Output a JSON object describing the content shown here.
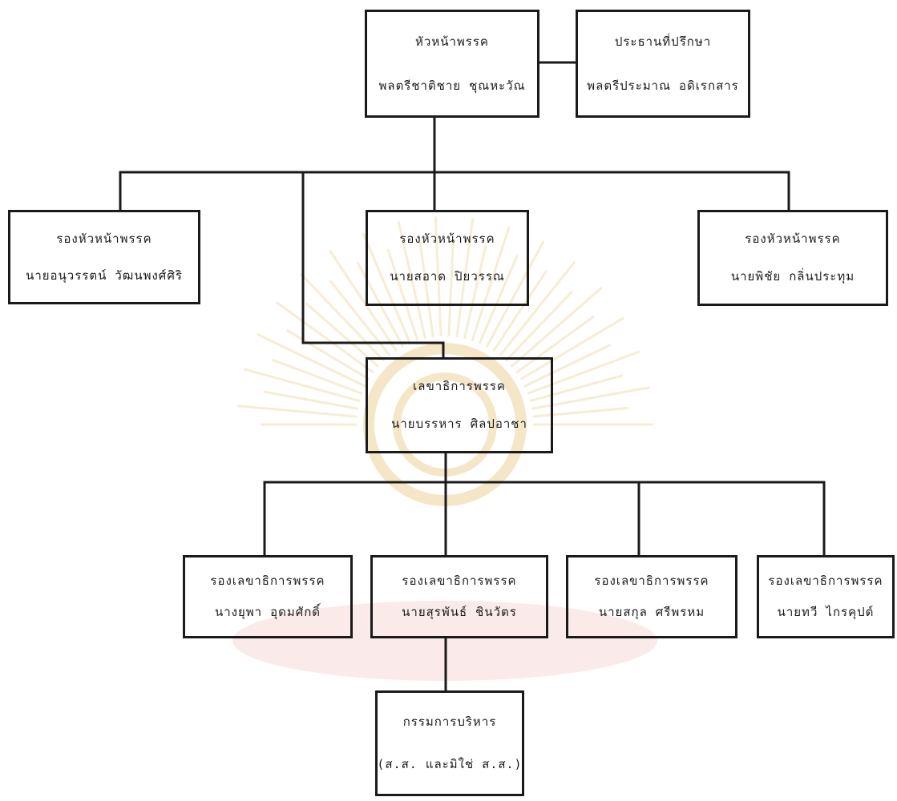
{
  "colors": {
    "ink": "#1a1a1a",
    "watermark_gold": "#f5e6c8",
    "watermark_pink": "#fbeaea"
  },
  "boxes": {
    "leader": {
      "title": "หัวหน้าพรรค",
      "name": "พลตรีชาติชาย ชุณหะวัณ"
    },
    "advisor": {
      "title": "ประธานที่ปรึกษา",
      "name": "พลตรีประมาณ อดิเรกสาร"
    },
    "deputy_1": {
      "title": "รองหัวหน้าพรรค",
      "name": "นายอนุวรรตน์ วัฒนพงศ์ศิริ"
    },
    "deputy_2": {
      "title": "รองหัวหน้าพรรค",
      "name": "นายสอาด ปิยวรรณ"
    },
    "deputy_3": {
      "title": "รองหัวหน้าพรรค",
      "name": "นายพิชัย กลิ่นประทุม"
    },
    "secretary": {
      "title": "เลขาธิการพรรค",
      "name": "นายบรรหาร ศิลปอาชา"
    },
    "dep_sec_1": {
      "title": "รองเลขาธิการพรรค",
      "name": "นางยุพา อุดมศักดิ์"
    },
    "dep_sec_2": {
      "title": "รองเลขาธิการพรรค",
      "name": "นายสุรพันธ์ ชินวัตร"
    },
    "dep_sec_3": {
      "title": "รองเลขาธิการพรรค",
      "name": "นายสกุล ศรีพรหม"
    },
    "dep_sec_4": {
      "title": "รองเลขาธิการพรรค",
      "name": "นายทวี ไกรคุปต์"
    },
    "executive": {
      "title": "กรรมการบริหาร",
      "name": "(ส.ส. และมิใช่ ส.ส.)"
    }
  }
}
